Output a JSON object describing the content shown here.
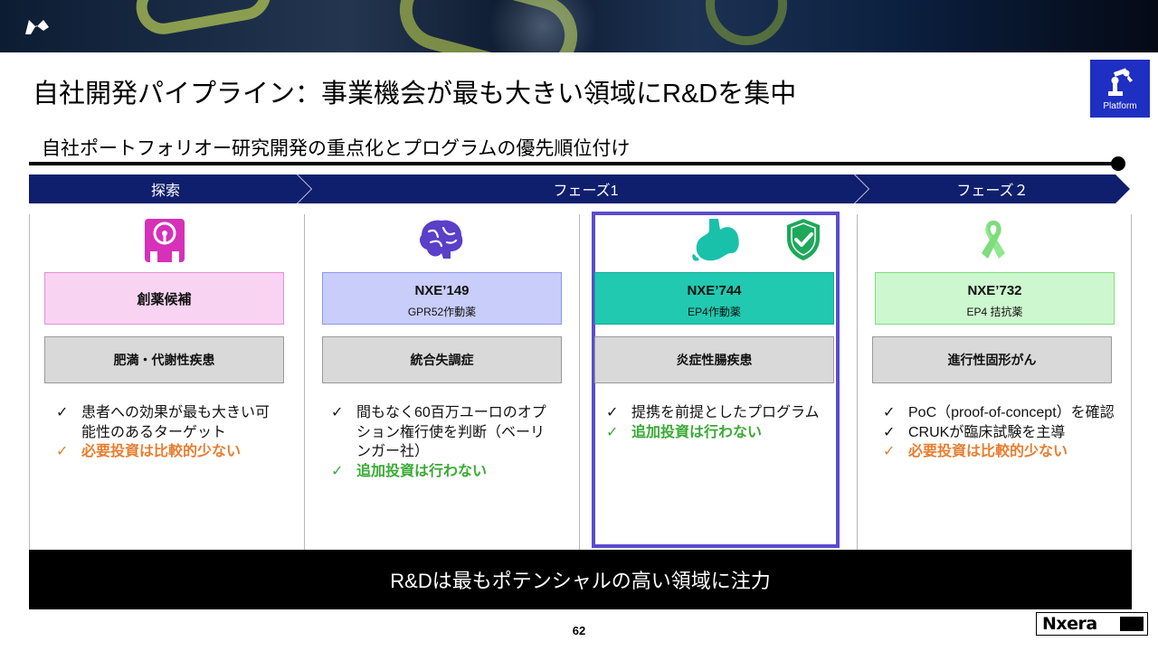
{
  "header": {
    "title": "自社開発パイプライン：事業機会が最も大きい領域にR&Dを集中",
    "platform_label": "Platform"
  },
  "subtitle": "自社ポートフォリオー研究開発の重点化とプログラムの優先順位付け",
  "phases": [
    {
      "label": "探索"
    },
    {
      "label": "フェーズ1"
    },
    {
      "label": "フェーズ２"
    }
  ],
  "columns": [
    {
      "icon": "scale-icon",
      "name": "創薬候補",
      "sub": "",
      "color": "#f9d3f2",
      "indication": "肥満・代謝性疾患",
      "bullets": [
        {
          "text": "患者への効果が最も大きい可能性のあるターゲット",
          "style": "normal"
        },
        {
          "text": "必要投資は比較的少ない",
          "style": "orange"
        }
      ]
    },
    {
      "icon": "brain-icon",
      "name": "NXE’149",
      "sub": "GPR52作動薬",
      "color": "#c8cdfa",
      "indication": "統合失調症",
      "bullets": [
        {
          "text": "間もなく60百万ユーロのオプション権行使を判断（ベーリンガー社）",
          "style": "normal"
        },
        {
          "text": "追加投資は行わない",
          "style": "green"
        }
      ]
    },
    {
      "icon": "stomach-icon",
      "badge_icon": "shield-check-icon",
      "name": "NXE’744",
      "sub": "EP4作動薬",
      "color": "#20c9b0",
      "indication": "炎症性腸疾患",
      "bullets": [
        {
          "text": "提携を前提としたプログラム",
          "style": "normal"
        },
        {
          "text": "追加投資は行わない",
          "style": "green"
        }
      ]
    },
    {
      "icon": "ribbon-icon",
      "name": "NXE’732",
      "sub": "EP4 拮抗薬",
      "color": "#cdf7cf",
      "indication": "進行性固形がん",
      "bullets": [
        {
          "text": "PoC（proof-of-concept）を確認",
          "style": "normal"
        },
        {
          "text": "CRUKが臨床試験を主導",
          "style": "normal"
        },
        {
          "text": "必要投資は比較的少ない",
          "style": "orange"
        }
      ]
    }
  ],
  "check_mark": "✓",
  "footer": "R&Dは最もポテンシャルの高い領域に注力",
  "page_number": "62",
  "brand": "Nxera",
  "colors": {
    "navy": "#0f1f6e",
    "platform_blue": "#1f2fc2",
    "highlight_purple": "#5b4cd0",
    "orange": "#e87d2f",
    "green": "#3aaa35"
  }
}
